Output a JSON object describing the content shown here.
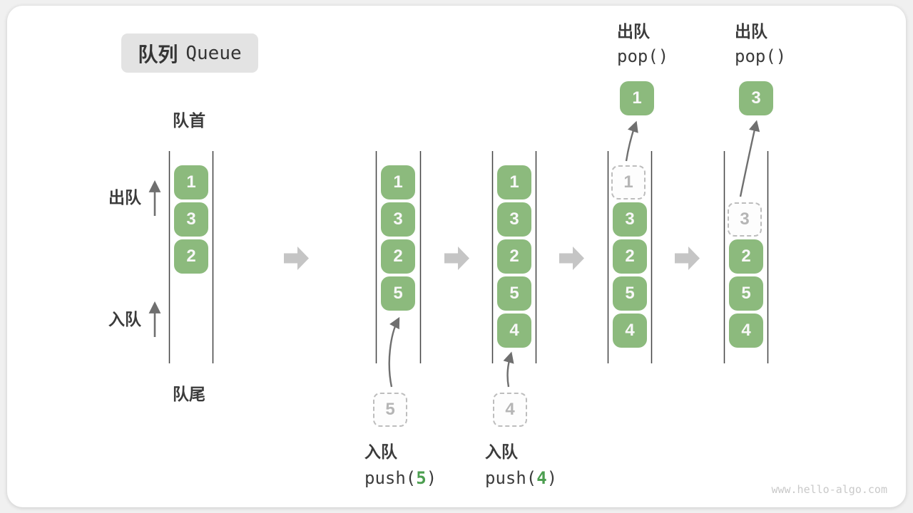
{
  "title": {
    "zh": "队列",
    "en": "Queue"
  },
  "labels": {
    "front": "队首",
    "rear": "队尾",
    "dequeue": "出队",
    "enqueue": "入队"
  },
  "colors": {
    "cell_green": "#8cba7d",
    "code_arg_green": "#4c9e50",
    "dashed_gray": "#bdbdbd",
    "arrow_gray": "#6f6f6f",
    "block_arrow_gray": "#c5c5c5",
    "badge_bg": "#e3e3e3"
  },
  "states": [
    {
      "cells": [
        "1",
        "3",
        "2"
      ]
    },
    {
      "cells": [
        "1",
        "3",
        "2",
        "5"
      ],
      "incoming": "5",
      "op_zh": "入队",
      "op_code_pre": "push(",
      "op_arg": "5",
      "op_code_post": ")"
    },
    {
      "cells": [
        "1",
        "3",
        "2",
        "5",
        "4"
      ],
      "incoming": "4",
      "op_zh": "入队",
      "op_code_pre": "push(",
      "op_arg": "4",
      "op_code_post": ")"
    },
    {
      "cells": [
        "3",
        "2",
        "5",
        "4"
      ],
      "removed": "1",
      "popped": "1",
      "op_zh": "出队",
      "op_code": "pop()"
    },
    {
      "cells": [
        "2",
        "5",
        "4"
      ],
      "removed": "3",
      "popped": "3",
      "op_zh": "出队",
      "op_code": "pop()"
    }
  ],
  "watermark": "www.hello-algo.com"
}
